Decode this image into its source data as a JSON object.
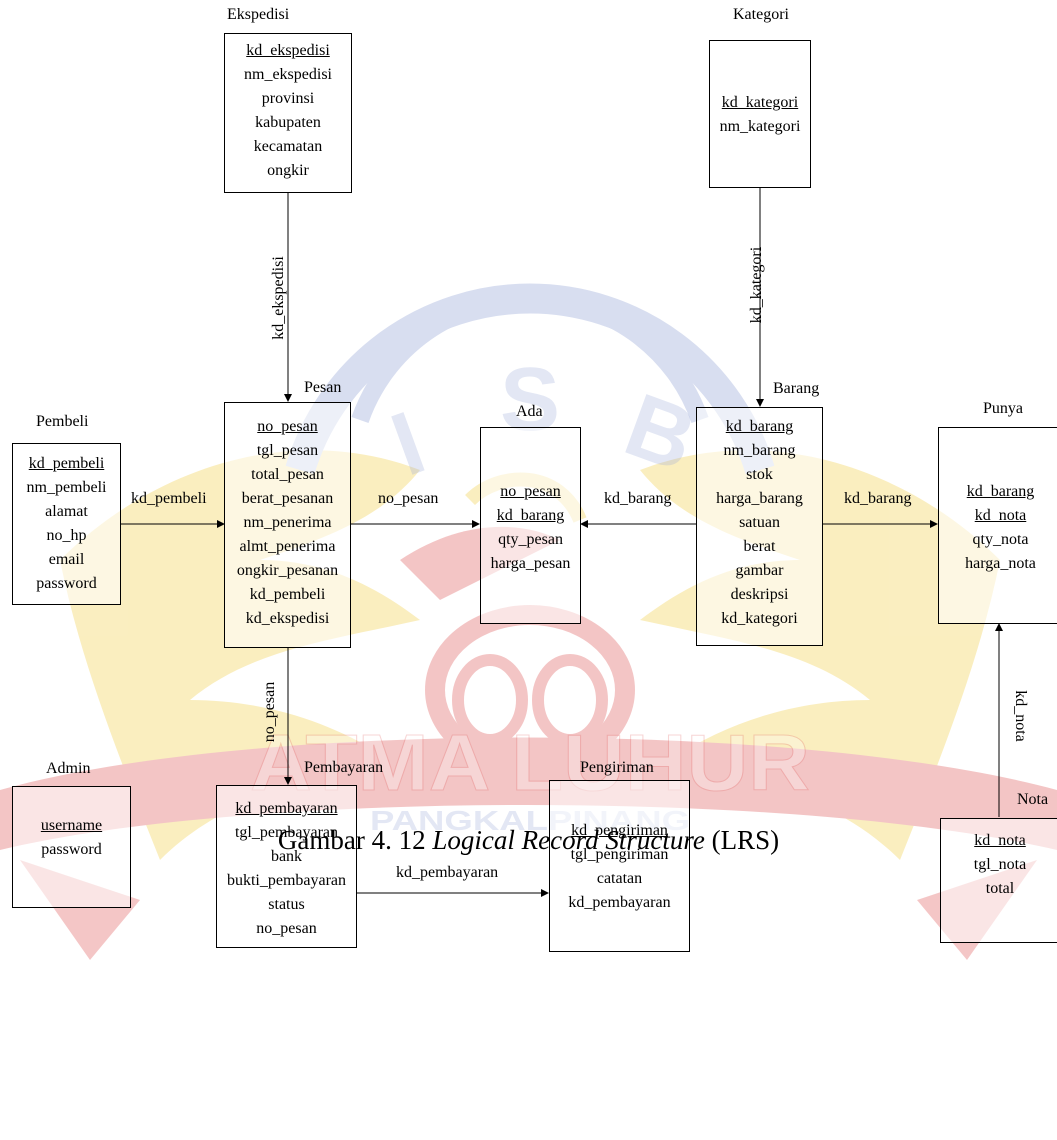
{
  "entities": {
    "ekspedisi": {
      "title": "Ekspedisi",
      "attrs": [
        {
          "text": "kd_ekspedisi",
          "key": true
        },
        {
          "text": "nm_ekspedisi"
        },
        {
          "text": "provinsi"
        },
        {
          "text": "kabupaten"
        },
        {
          "text": "kecamatan"
        },
        {
          "text": "ongkir"
        }
      ]
    },
    "kategori": {
      "title": "Kategori",
      "attrs": [
        {
          "text": "kd_kategori",
          "key": true
        },
        {
          "text": "nm_kategori"
        }
      ]
    },
    "pembeli": {
      "title": "Pembeli",
      "attrs": [
        {
          "text": "kd_pembeli",
          "key": true
        },
        {
          "text": "nm_pembeli"
        },
        {
          "text": "alamat"
        },
        {
          "text": "no_hp"
        },
        {
          "text": "email"
        },
        {
          "text": "password"
        }
      ]
    },
    "pesan": {
      "title": "Pesan",
      "attrs": [
        {
          "text": "no_pesan",
          "key": true
        },
        {
          "text": "tgl_pesan"
        },
        {
          "text": "total_pesan"
        },
        {
          "text": "berat_pesanan"
        },
        {
          "text": "nm_penerima"
        },
        {
          "text": "almt_penerima"
        },
        {
          "text": "ongkir_pesanan"
        },
        {
          "text": "kd_pembeli"
        },
        {
          "text": "kd_ekspedisi"
        }
      ]
    },
    "ada": {
      "title": "Ada",
      "attrs": [
        {
          "text": "no_pesan",
          "key": true
        },
        {
          "text": "kd_barang",
          "key": true
        },
        {
          "text": "qty_pesan"
        },
        {
          "text": "harga_pesan"
        }
      ]
    },
    "barang": {
      "title": "Barang",
      "attrs": [
        {
          "text": "kd_barang",
          "key": true
        },
        {
          "text": "nm_barang"
        },
        {
          "text": "stok"
        },
        {
          "text": "harga_barang"
        },
        {
          "text": "satuan"
        },
        {
          "text": "berat"
        },
        {
          "text": "gambar"
        },
        {
          "text": "deskripsi"
        },
        {
          "text": "kd_kategori"
        }
      ]
    },
    "punya": {
      "title": "Punya",
      "attrs": [
        {
          "text": "kd_barang",
          "key": true
        },
        {
          "text": "kd_nota",
          "key": true
        },
        {
          "text": "qty_nota"
        },
        {
          "text": "harga_nota"
        }
      ]
    },
    "admin": {
      "title": "Admin",
      "attrs": [
        {
          "text": "username",
          "key": true
        },
        {
          "text": "password"
        }
      ]
    },
    "pembayaran": {
      "title": "Pembayaran",
      "attrs": [
        {
          "text": "kd_pembayaran",
          "key": true
        },
        {
          "text": "tgl_pembayaran"
        },
        {
          "text": "bank"
        },
        {
          "text": "bukti_pembayaran"
        },
        {
          "text": "status"
        },
        {
          "text": "no_pesan"
        }
      ]
    },
    "pengiriman": {
      "title": "Pengiriman",
      "attrs": [
        {
          "text": "kd_pengiriman",
          "key": true
        },
        {
          "text": "tgl_pengiriman"
        },
        {
          "text": "catatan"
        },
        {
          "text": "kd_pembayaran"
        }
      ]
    },
    "nota": {
      "title": "Nota",
      "attrs": [
        {
          "text": "kd_nota",
          "key": true
        },
        {
          "text": "tgl_nota"
        },
        {
          "text": "total"
        }
      ]
    }
  },
  "relations": {
    "ekspedisi_pesan": "kd_ekspedisi",
    "kategori_barang": "kd_kategori",
    "pembeli_pesan": "kd_pembeli",
    "pesan_ada": "no_pesan",
    "barang_ada": "kd_barang",
    "barang_punya": "kd_barang",
    "nota_punya": "kd_nota",
    "pesan_pembayaran": "no_pesan",
    "pembayaran_pengiriman": "kd_pembayaran"
  },
  "caption": {
    "prefix": "Gambar 4. 12 ",
    "italic": "Logical Record Structure",
    "suffix": " (LRS)"
  },
  "watermark": {
    "text_top": "I S B",
    "text_band": "ATMA LUHUR",
    "text_bottom": "PANGKALPINANG",
    "colors": {
      "gold": "#f2d35a",
      "red": "#e26a6a",
      "blue": "#9aa9d8"
    }
  }
}
